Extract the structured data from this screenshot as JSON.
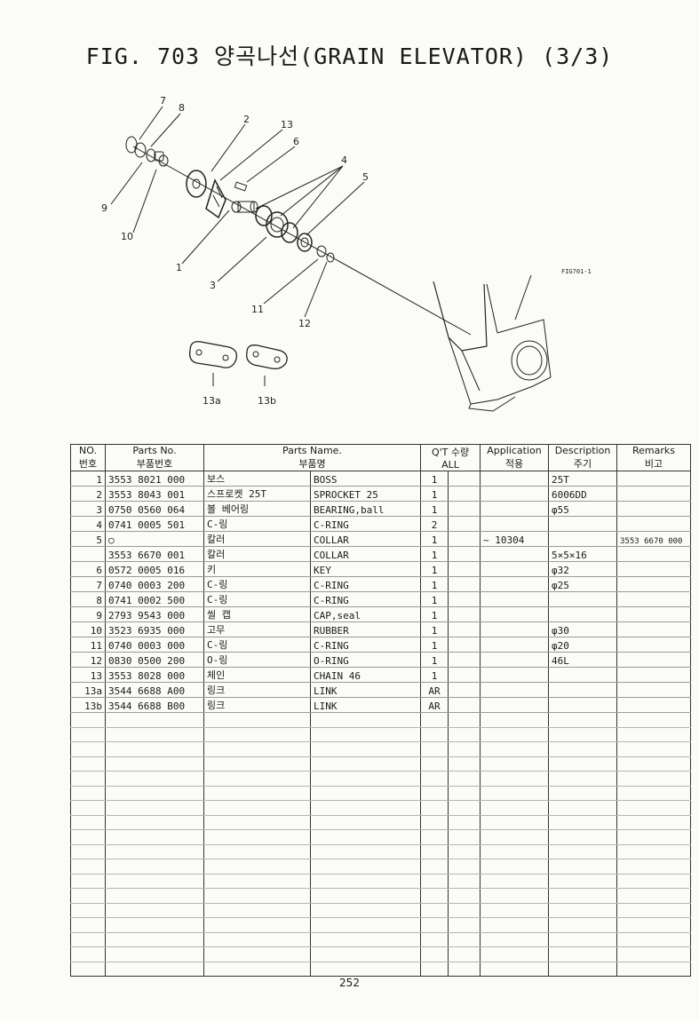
{
  "title": "FIG. 703 양곡나선(GRAIN ELEVATOR) (3/3)",
  "diagram": {
    "callouts": [
      "7",
      "8",
      "2",
      "13",
      "6",
      "4",
      "5",
      "9",
      "10",
      "1",
      "3",
      "11",
      "12",
      "13a",
      "13b"
    ],
    "figure_ref": "FIG701-1"
  },
  "table": {
    "headers": {
      "no_en": "NO.",
      "no_ko": "번호",
      "part_no_en": "Parts No.",
      "part_no_ko": "부품번호",
      "part_name_en": "Parts Name.",
      "part_name_ko": "부품명",
      "qty_en": "Q'T 수량",
      "qty_all": "ALL",
      "app_en": "Application",
      "app_ko": "적용",
      "desc_en": "Description",
      "desc_ko": "주기",
      "remarks_en": "Remarks",
      "remarks_ko": "비고"
    },
    "rows": [
      {
        "no": "1",
        "part_no": "3553 8021 000",
        "name_ko": "보스",
        "name_en": "BOSS",
        "qty": "1",
        "app": "",
        "desc": "25T",
        "remarks": ""
      },
      {
        "no": "2",
        "part_no": "3553 8043 001",
        "name_ko": "스프로켓 25T",
        "name_en": "SPROCKET 25",
        "qty": "1",
        "app": "",
        "desc": "6006DD",
        "remarks": ""
      },
      {
        "no": "3",
        "part_no": "0750 0560 064",
        "name_ko": "볼 베어링",
        "name_en": "BEARING,ball",
        "qty": "1",
        "app": "",
        "desc": "φ55",
        "remarks": ""
      },
      {
        "no": "4",
        "part_no": "0741 0005 501",
        "name_ko": "C-링",
        "name_en": "C-RING",
        "qty": "2",
        "app": "",
        "desc": "",
        "remarks": ""
      },
      {
        "no": "5",
        "part_no": "○",
        "name_ko": "칼러",
        "name_en": "COLLAR",
        "qty": "1",
        "app": "~ 10304",
        "desc": "",
        "remarks": "3553 6670 000"
      },
      {
        "no": "",
        "part_no": "3553 6670 001",
        "name_ko": "칼러",
        "name_en": "COLLAR",
        "qty": "1",
        "app": "",
        "desc": "5×5×16",
        "remarks": ""
      },
      {
        "no": "6",
        "part_no": "0572 0005 016",
        "name_ko": "키",
        "name_en": "KEY",
        "qty": "1",
        "app": "",
        "desc": "φ32",
        "remarks": ""
      },
      {
        "no": "7",
        "part_no": "0740 0003 200",
        "name_ko": "C-링",
        "name_en": "C-RING",
        "qty": "1",
        "app": "",
        "desc": "φ25",
        "remarks": ""
      },
      {
        "no": "8",
        "part_no": "0741 0002 500",
        "name_ko": "C-링",
        "name_en": "C-RING",
        "qty": "1",
        "app": "",
        "desc": "",
        "remarks": ""
      },
      {
        "no": "9",
        "part_no": "2793 9543 000",
        "name_ko": "씰 캡",
        "name_en": "CAP,seal",
        "qty": "1",
        "app": "",
        "desc": "",
        "remarks": ""
      },
      {
        "no": "10",
        "part_no": "3523 6935 000",
        "name_ko": "고무",
        "name_en": "RUBBER",
        "qty": "1",
        "app": "",
        "desc": "φ30",
        "remarks": ""
      },
      {
        "no": "11",
        "part_no": "0740 0003 000",
        "name_ko": "C-링",
        "name_en": "C-RING",
        "qty": "1",
        "app": "",
        "desc": "φ20",
        "remarks": ""
      },
      {
        "no": "12",
        "part_no": "0830 0500 200",
        "name_ko": "O-링",
        "name_en": "O-RING",
        "qty": "1",
        "app": "",
        "desc": "46L",
        "remarks": ""
      },
      {
        "no": "13",
        "part_no": "3553 8028 000",
        "name_ko": "체인",
        "name_en": "CHAIN 46",
        "qty": "1",
        "app": "",
        "desc": "",
        "remarks": ""
      },
      {
        "no": "13a",
        "part_no": "3544 6688 A00",
        "name_ko": "링크",
        "name_en": "LINK",
        "qty": "AR",
        "app": "",
        "desc": "",
        "remarks": ""
      },
      {
        "no": "13b",
        "part_no": "3544 6688 B00",
        "name_ko": "링크",
        "name_en": "LINK",
        "qty": "AR",
        "app": "",
        "desc": "",
        "remarks": ""
      }
    ]
  },
  "page_number": "252"
}
